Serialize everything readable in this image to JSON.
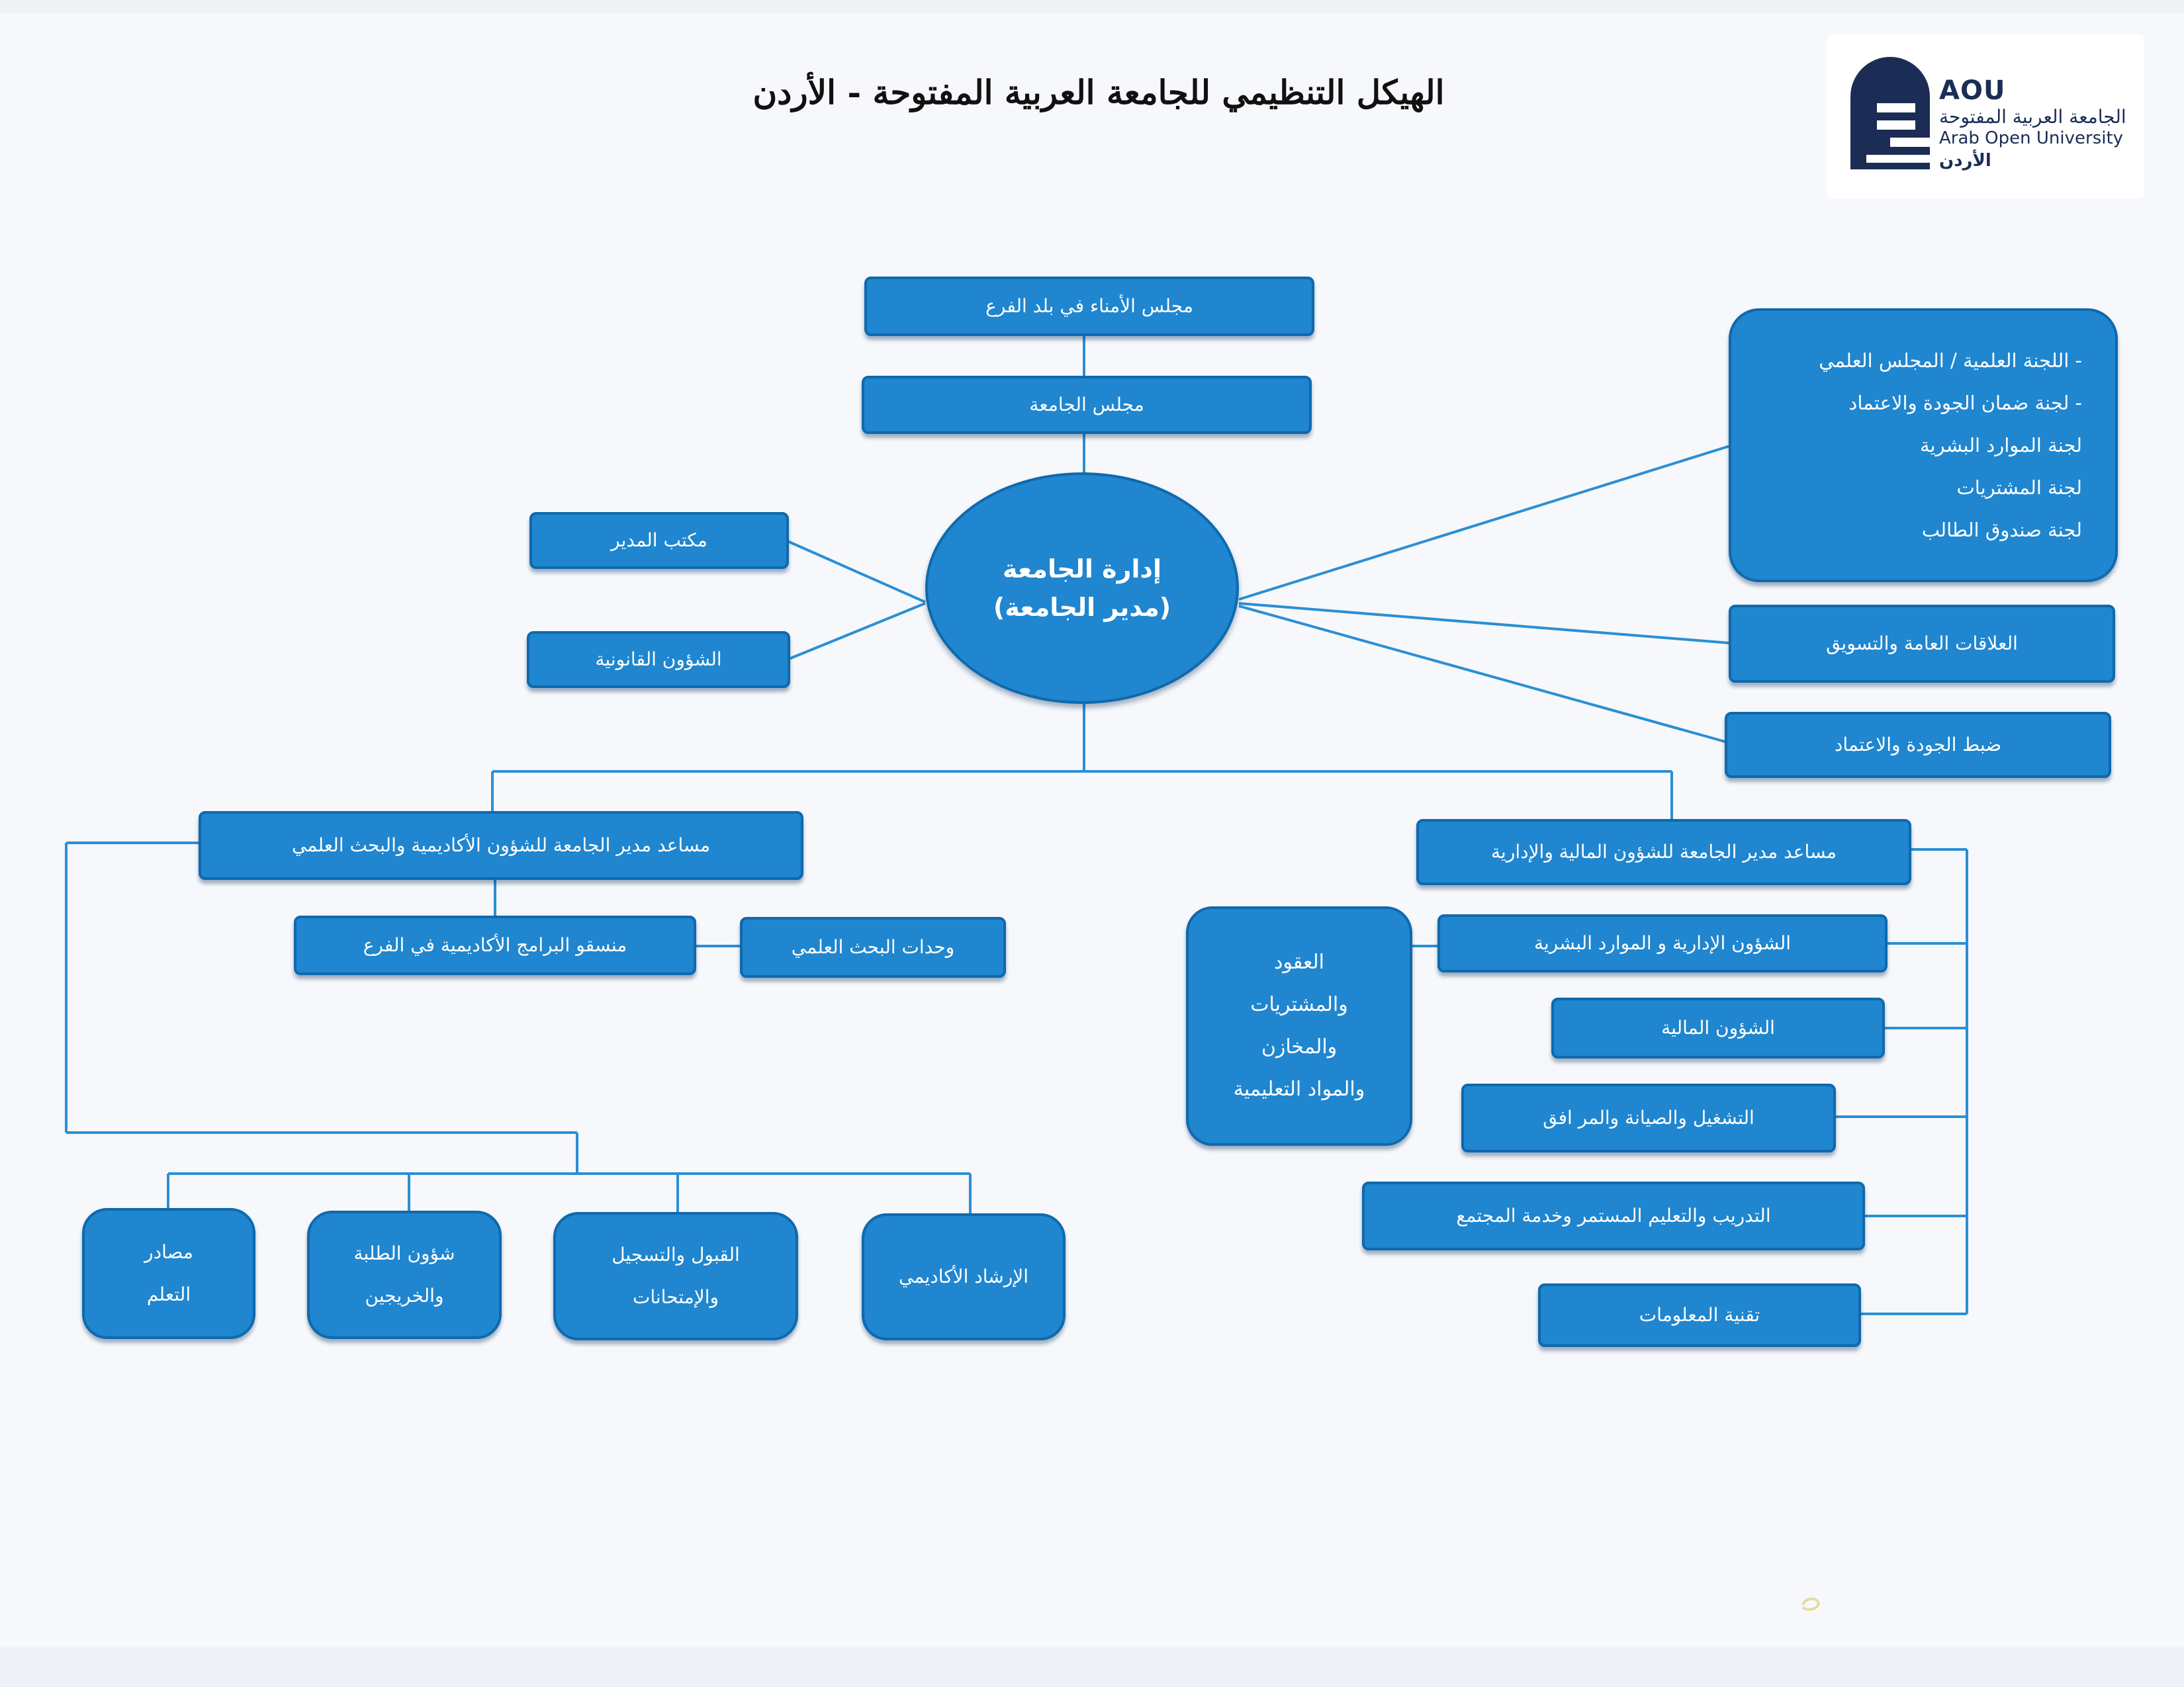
{
  "title": "الهيكل التنظيمي للجامعة العربية المفتوحة - الأردن",
  "logo": {
    "abbr": "AOU",
    "name_ar": "الجامعة العربية المفتوحة",
    "name_en": "Arab Open University",
    "country": "الأردن"
  },
  "colors": {
    "box_fill": "#1f86cf",
    "box_border": "#0f69ad",
    "connector": "#2b8fd4"
  },
  "nodes": {
    "board_trustees": "مجلس الأمناء في بلد الفرع",
    "university_council": "مجلس الجامعة",
    "administration_line1": "إدارة الجامعة",
    "administration_line2": "(مدير الجامعة)",
    "director_office": "مكتب المدير",
    "legal_affairs": "الشؤون القانونية",
    "committees": [
      "- اللجنة العلمية / المجلس العلمي",
      "- لجنة ضمان الجودة والاعتماد",
      "لجنة الموارد البشرية",
      "لجنة المشتريات",
      "لجنة صندوق الطالب"
    ],
    "public_relations": "العلاقات العامة والتسويق",
    "quality_control": "ضبط الجودة والاعتماد",
    "assistant_academic": "مساعد مدير الجامعة للشؤون الأكاديمية والبحث العلمي",
    "academic_coordinator": "منسقو البرامج الأكاديمية في الفرع",
    "research_units": "وحدات البحث العلمي",
    "academic_advising": "الإرشاد الأكاديمي",
    "admission_line1": "القبول والتسجيل",
    "admission_line2": "والإمتحانات",
    "student_affairs_line1": "شؤون الطلبة",
    "student_affairs_line2": "والخريجين",
    "learning_resources_line1": "مصادر",
    "learning_resources_line2": "التعلم",
    "assistant_finance": "مساعد مدير الجامعة للشؤون المالية والإدارية",
    "contracts": [
      "العقود",
      "والمشتريات",
      "والمخازن",
      "والمواد التعليمية"
    ],
    "admin_hr": "الشؤون الإدارية و الموارد البشرية",
    "financial_affairs": "الشؤون المالية",
    "operations": "التشغيل والصيانة والمر افق",
    "training": "التدريب والتعليم المستمر وخدمة المجتمع",
    "it": "تقنية المعلومات"
  }
}
